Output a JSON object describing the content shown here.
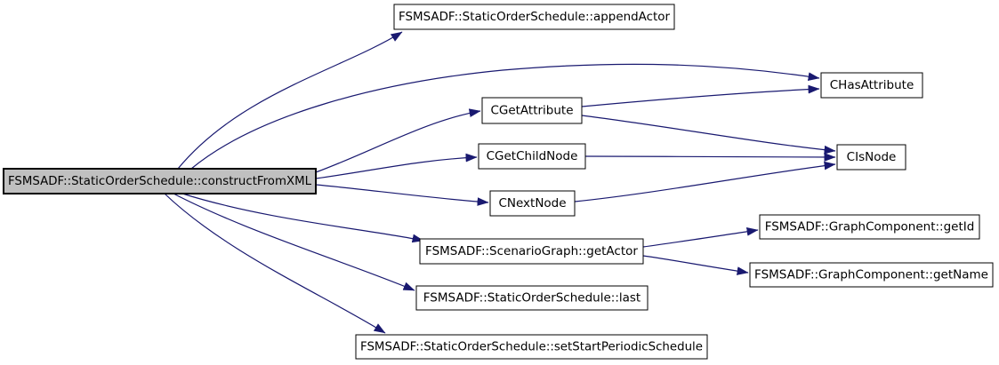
{
  "diagram": {
    "type": "doxygen-call-graph",
    "colors": {
      "edge": "#191970",
      "node_border": "#000000",
      "node_fill": "#ffffff",
      "highlight_fill": "#c0c0c0",
      "text": "#000000",
      "background": "#ffffff"
    },
    "nodes": [
      {
        "id": "constructFromXML",
        "label": "FSMSADF::StaticOrderSchedule::constructFromXML",
        "highlighted": true
      },
      {
        "id": "appendActor",
        "label": "FSMSADF::StaticOrderSchedule::appendActor",
        "highlighted": false
      },
      {
        "id": "CHasAttribute",
        "label": "CHasAttribute",
        "highlighted": false
      },
      {
        "id": "CGetAttribute",
        "label": "CGetAttribute",
        "highlighted": false
      },
      {
        "id": "CGetChildNode",
        "label": "CGetChildNode",
        "highlighted": false
      },
      {
        "id": "CNextNode",
        "label": "CNextNode",
        "highlighted": false
      },
      {
        "id": "CIsNode",
        "label": "CIsNode",
        "highlighted": false
      },
      {
        "id": "getActor",
        "label": "FSMSADF::ScenarioGraph::getActor",
        "highlighted": false
      },
      {
        "id": "getId",
        "label": "FSMSADF::GraphComponent::getId",
        "highlighted": false
      },
      {
        "id": "getName",
        "label": "FSMSADF::GraphComponent::getName",
        "highlighted": false
      },
      {
        "id": "last",
        "label": "FSMSADF::StaticOrderSchedule::last",
        "highlighted": false
      },
      {
        "id": "setStartPeriodicSchedule",
        "label": "FSMSADF::StaticOrderSchedule::setStartPeriodicSchedule",
        "highlighted": false
      }
    ],
    "edges": [
      {
        "from": "constructFromXML",
        "to": "appendActor"
      },
      {
        "from": "constructFromXML",
        "to": "CHasAttribute"
      },
      {
        "from": "constructFromXML",
        "to": "CGetAttribute"
      },
      {
        "from": "constructFromXML",
        "to": "CGetChildNode"
      },
      {
        "from": "constructFromXML",
        "to": "CNextNode"
      },
      {
        "from": "constructFromXML",
        "to": "getActor"
      },
      {
        "from": "constructFromXML",
        "to": "last"
      },
      {
        "from": "constructFromXML",
        "to": "setStartPeriodicSchedule"
      },
      {
        "from": "CGetAttribute",
        "to": "CHasAttribute"
      },
      {
        "from": "CGetAttribute",
        "to": "CIsNode"
      },
      {
        "from": "CGetChildNode",
        "to": "CIsNode"
      },
      {
        "from": "CNextNode",
        "to": "CIsNode"
      },
      {
        "from": "getActor",
        "to": "getId"
      },
      {
        "from": "getActor",
        "to": "getName"
      }
    ]
  }
}
